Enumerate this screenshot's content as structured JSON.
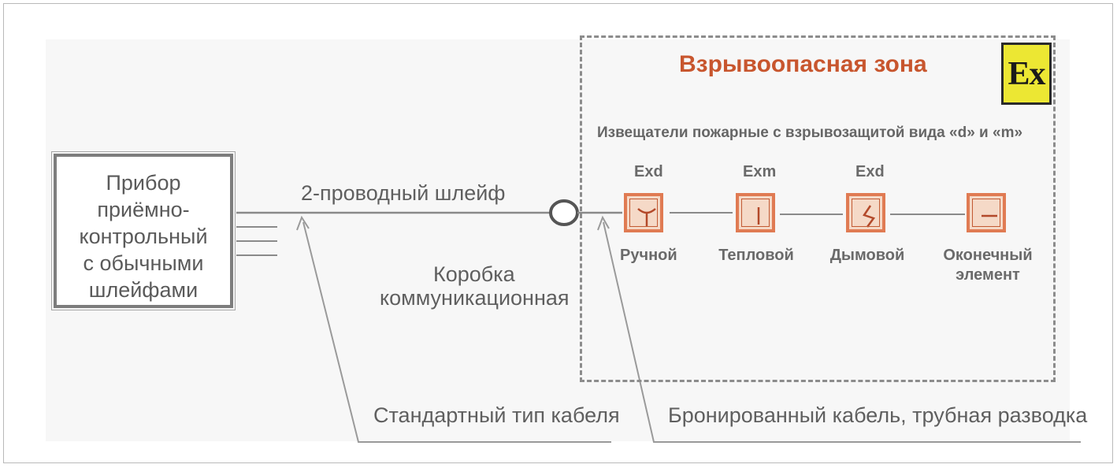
{
  "device": {
    "lines": [
      "Прибор",
      "приёмно-",
      "контрольный",
      "с обычными",
      "шлейфами"
    ]
  },
  "loop_label": "2-проводный шлейф",
  "junction_box_label": [
    "Коробка",
    "коммуникационная"
  ],
  "zone": {
    "title": "Взрывоопасная зона",
    "badge": "Ex",
    "subtitle": "Извещатели пожарные с взрывозащитой вида «d» и «m»"
  },
  "detectors": [
    {
      "type": "Exd",
      "label": "Ручной",
      "icon": "manual-call-point-icon"
    },
    {
      "type": "Exm",
      "label": "Тепловой",
      "icon": "heat-detector-icon"
    },
    {
      "type": "Exd",
      "label": "Дымовой",
      "icon": "smoke-detector-icon"
    },
    {
      "type": "",
      "label": "Оконечный",
      "label2": "элемент",
      "icon": "end-of-line-element-icon"
    }
  ],
  "cable_labels": {
    "standard": "Стандартный тип кабеля",
    "armored": "Бронированный кабель, трубная разводка"
  },
  "colors": {
    "zone_title": "#c8562e",
    "detector_border": "#e07b53",
    "detector_fill": "#f5d9c7",
    "badge": "#ece733"
  }
}
